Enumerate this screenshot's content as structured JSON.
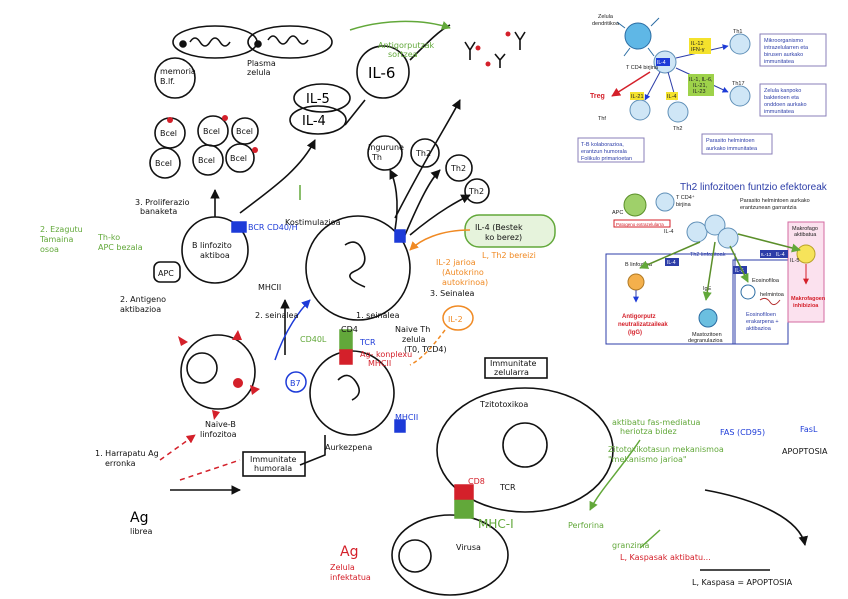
{
  "colors": {
    "ink": "#111111",
    "green": "#62a83a",
    "orange": "#f08a24",
    "red": "#d4202a",
    "blue": "#1d3bd8",
    "figure_blue": "#2c3da8",
    "pink_box": "#fbe1ee"
  },
  "sketch": {
    "memory_cell": [
      "memoria",
      "B.lf."
    ],
    "plasma_cell": [
      "Plasma",
      "zelula"
    ],
    "antibodies": [
      "Antigorputzak",
      "sortzea"
    ],
    "il6": "IL-6",
    "il5": "IL-5",
    "il4": "IL-4",
    "bcell_small": [
      "Bcel",
      "Bcel",
      "Bcel",
      "Bcel",
      "Bcel",
      "Bcel"
    ],
    "three_prolif": [
      "3. Proliferazio",
      "banaketa"
    ],
    "bcd": "BCR CD40/H",
    "b_activated": [
      "B linfozito",
      "aktiboa"
    ],
    "bind_ag": [
      "2. Ezagutu",
      "Tamaina",
      "osoa"
    ],
    "th_apc_green": [
      "Th-ko",
      "APC bezala"
    ],
    "apc": "APC",
    "two_activation": [
      "2. Antigeno",
      "aktibazioa"
    ],
    "mhcii_1": "MHCII",
    "costim": "Kostimulazioa",
    "signal2": "2. seinalea",
    "signal1": "1. seinalea",
    "th_list": [
      "Ingurune",
      "Th"
    ],
    "th2_1": "Th2",
    "th2_2": "Th2",
    "th2_3": "Th2",
    "il2_orange": [
      "IL-2 jarioa",
      "(Autokrino",
      "autokrinoa)"
    ],
    "signal3_blue": "3. Seinalea",
    "il4_green": [
      "IL-4 (Bestek",
      "ko berez)"
    ],
    "th2_diff": "L, Th2 bereizi",
    "il_orange_circle": "IL-2",
    "cd40l": "CD40L",
    "cd4": "CD4",
    "tcr": "TCR",
    "mhcii_red": [
      "Ag- konplexu",
      "MHCII"
    ],
    "naive_t": [
      "Naive Th",
      "zelula",
      "(T0, TCD4)"
    ],
    "b7": "B7",
    "mhcii_2": "MHCII",
    "antigen_pres": "Aurkezpena",
    "naive_b": [
      "Naive-B",
      "linfozitoa"
    ],
    "one_ag": [
      "1. Harrapatu Ag",
      "erronka"
    ],
    "humoral": [
      "Immunitate",
      "humorala"
    ],
    "cellular": [
      "Immunitate",
      "zelularra"
    ],
    "ag_free": [
      "Ag",
      "librea"
    ],
    "ag_cell": [
      "Ag",
      "Zelula",
      "infektatua"
    ],
    "tcytotoxic": "Tzitotoxikoa",
    "cd8": "CD8",
    "tcr2": "TCR",
    "mhc1": "MHC-I",
    "virus": "Virusa",
    "perforin": "Perforina",
    "granzyme": [
      "granzima"
    ],
    "mech_text": [
      "Zitotoxikotasun mekanismoa",
      "\"mekanismo jarioa\""
    ],
    "fas_text": [
      "aktibatu fas-mediatua",
      "heriotza bidez"
    ],
    "fas": "FAS (CD95)",
    "fasl": "FasL",
    "apoptosis1": "APOPTOSIA",
    "caspase": "L, Kaspasa = APOPTOSIA",
    "caspase2": "L, Kaspasak aktibatu..."
  },
  "figure_top": {
    "dendritic": [
      "Zelula",
      "dendritikoa"
    ],
    "tcd4": "T CD4 birjina",
    "th1": "Th1",
    "th17": "Th17",
    "treg": "Treg",
    "thf": "Thf",
    "th2": "Th2",
    "il12": [
      "IL-12",
      "IFN-γ"
    ],
    "il4": "IL-4",
    "il21": "IL-21",
    "il4b": "IL-4",
    "il6": [
      "IL-1, IL-6,",
      "IL-21,",
      "IL-23"
    ],
    "box_th1": [
      "Mikroorganismo",
      "intrazelularren eta",
      "birusen aurkako",
      "immunitatea"
    ],
    "box_th17": [
      "Zelula kanpoko",
      "bakterioen eta",
      "onddoen aurkako",
      "immunitatea"
    ],
    "box_thf": [
      "T-B kolaborazioa,",
      "erantzun humorala",
      "Folikulo primarioetan"
    ],
    "box_th2": [
      "Parasito helmintoen",
      "aurkako immunitatea"
    ]
  },
  "figure_bottom": {
    "title": "Th2 linfozitoen funtzio efektoreak",
    "subtitle": [
      "Parasito helmintoen aurkako",
      "erantzunean garrantzia"
    ],
    "apc": "APC",
    "tcd4": [
      "T CD4⁺",
      "birjina"
    ],
    "pathogen": "Patogeno extrazelularra",
    "il4a": "IL-4",
    "th2": "Th2 linfozitoak",
    "il5": "IL-5",
    "il13": "IL-13",
    "il4b": "IL-4",
    "il5b": "IL-5",
    "il4c": "IL-4",
    "bcell": "B linfozitoa",
    "ige": "IgE",
    "mast": [
      "Mastozitoen",
      "degranulazioa"
    ],
    "antibody": [
      "Antigorputz",
      "neutralizatzaileak",
      "(IgG)"
    ],
    "eos": "Eosinofiloa",
    "helmint": "helmintoa",
    "eos_text": [
      "Eosinofiloen",
      "erakarpena +",
      "aktibazioa"
    ],
    "macro_top": [
      "Makrofago",
      "aktibatua"
    ],
    "macro_text": [
      "Makrofagoen",
      "inhibizioa"
    ]
  }
}
